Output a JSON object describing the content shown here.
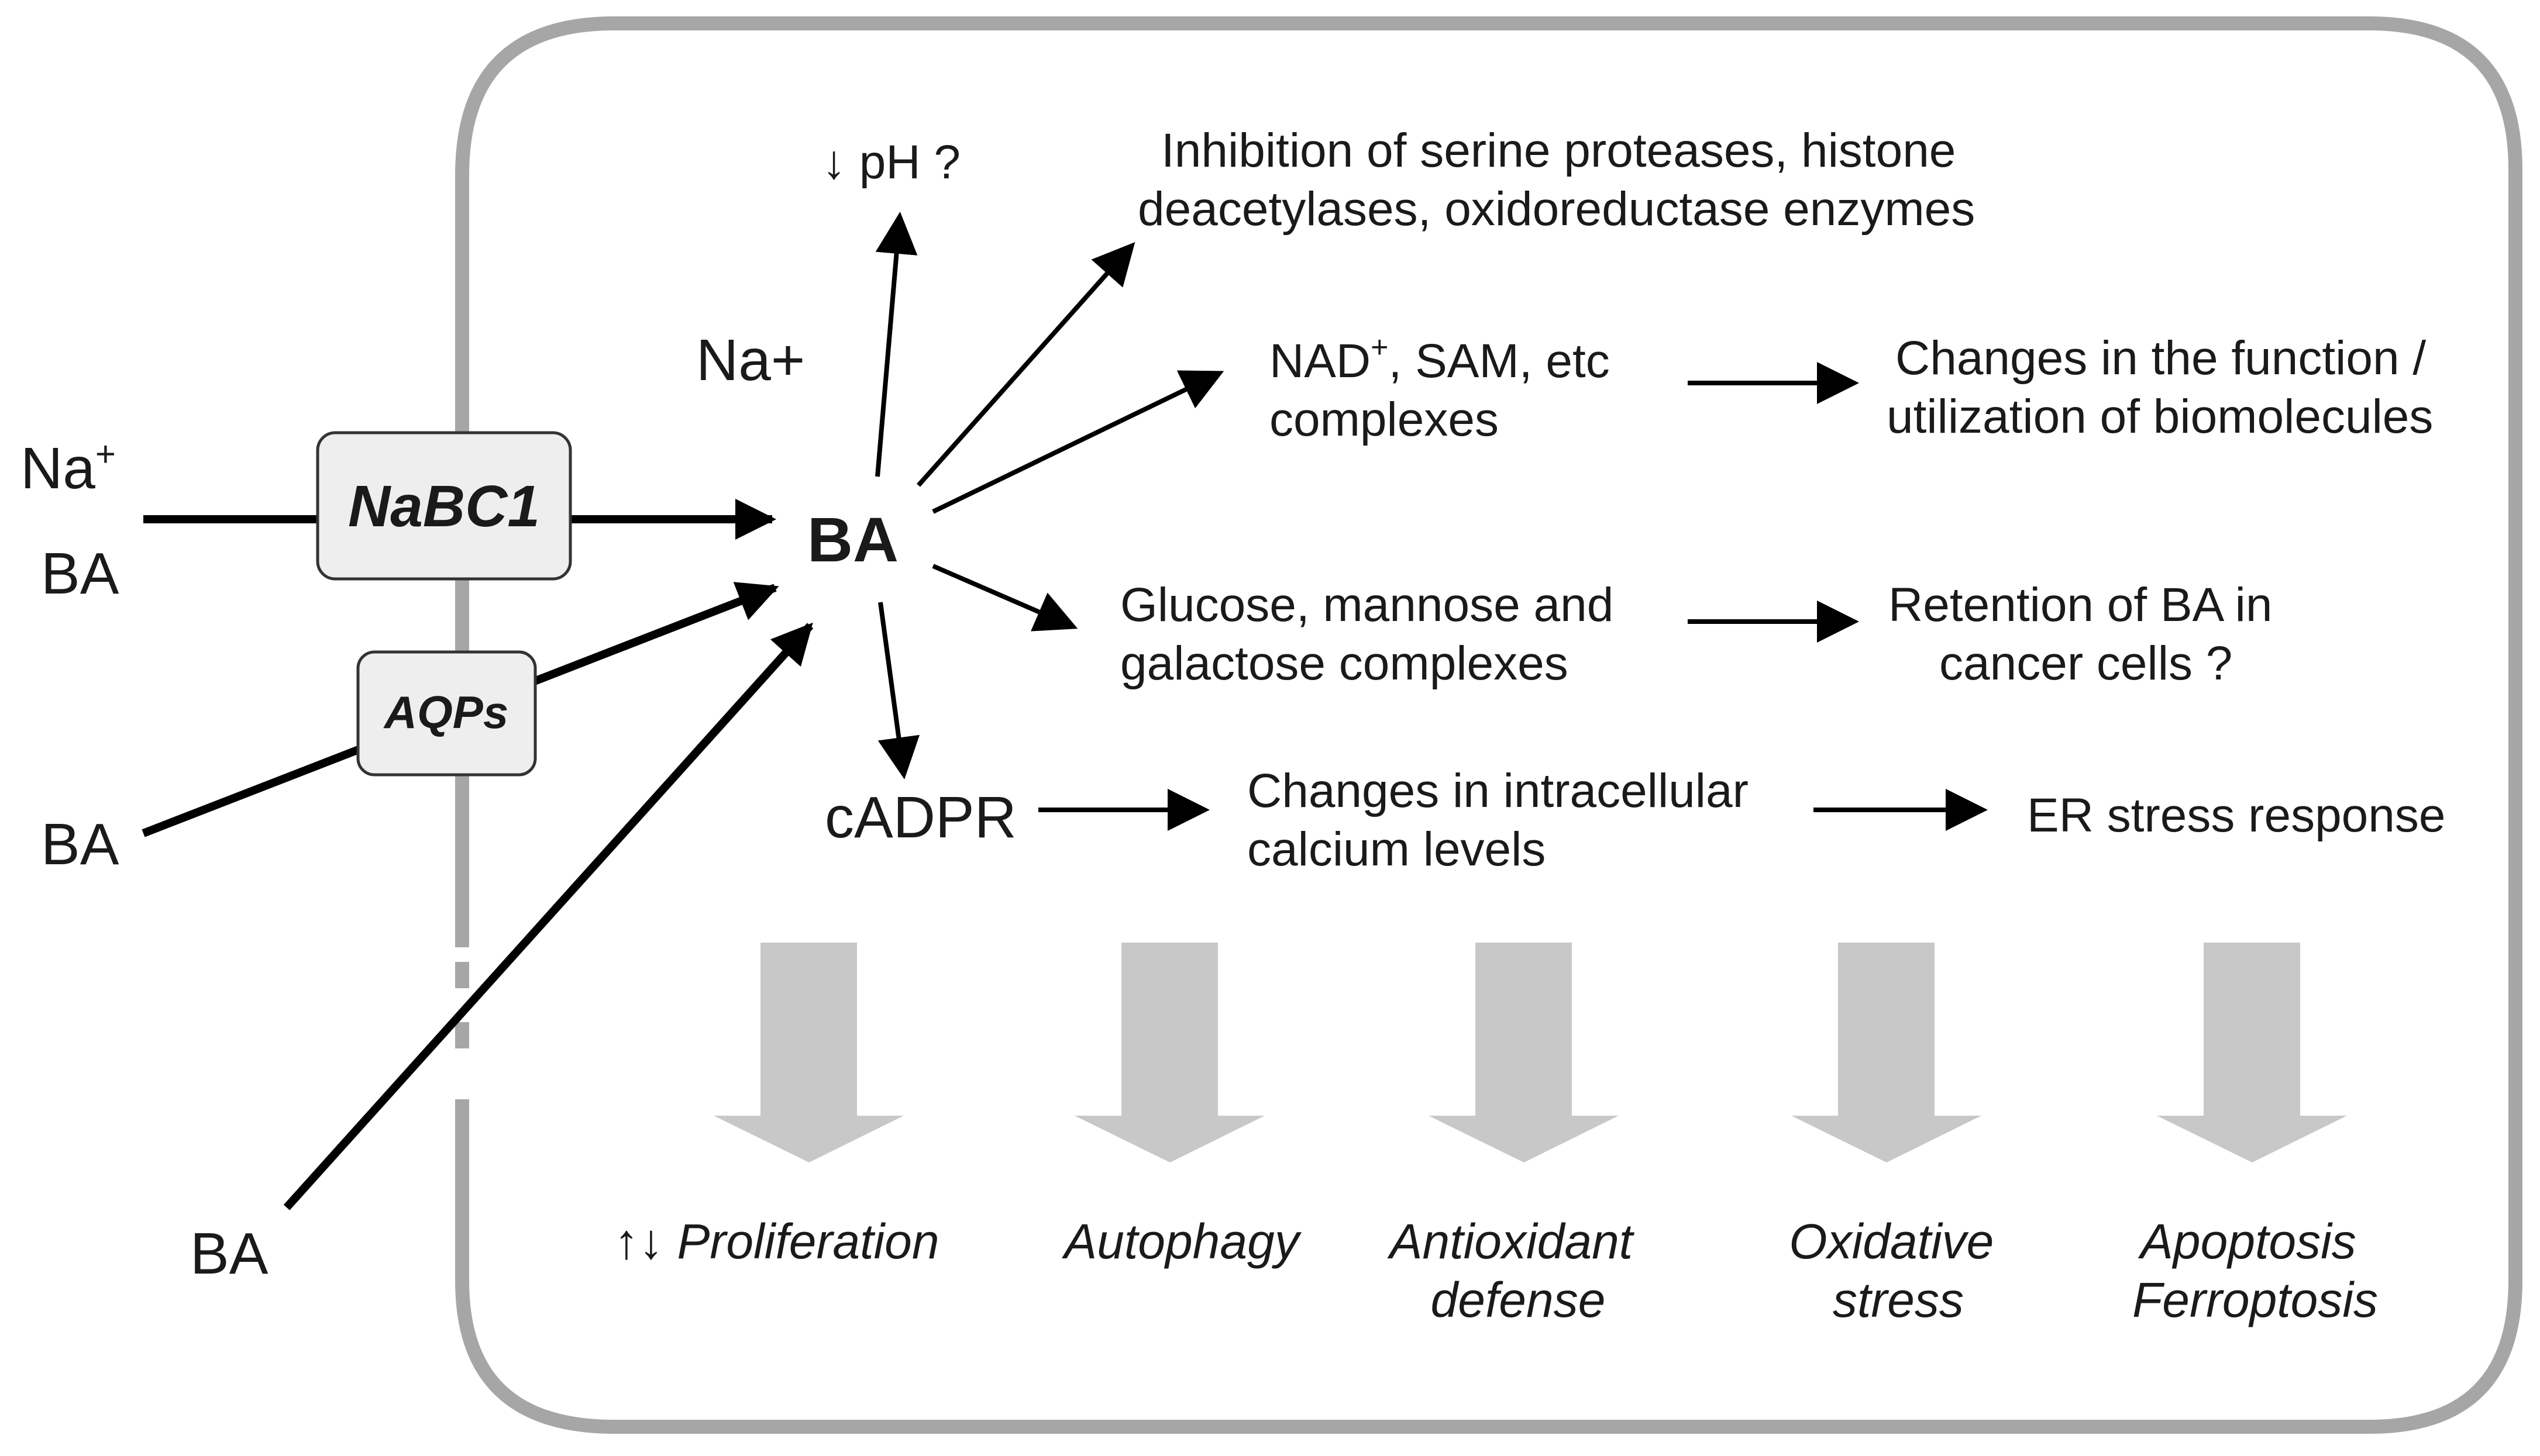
{
  "extracellular": {
    "na_plus": "Na",
    "na_plus_sup": "+",
    "ba_top": "BA",
    "ba_middle": "BA",
    "ba_bottom": "BA"
  },
  "transporters": {
    "nabc1": "NaBC1",
    "aqps": "AQPs"
  },
  "intracellular": {
    "na_plus": "Na+",
    "ba_center": "BA",
    "ph": "↓ pH ?",
    "inhibition_line1": "Inhibition of serine proteases, histone",
    "inhibition_line2": "deacetylases, oxidoreductase enzymes",
    "nad_prefix": "NAD",
    "nad_sup": "+",
    "nad_rest": ", SAM, etc",
    "nad_line2": "complexes",
    "changes_function_line1": "Changes in the function /",
    "changes_function_line2": "utilization of biomolecules",
    "glucose_line1": "Glucose, mannose and",
    "glucose_line2": "galactose complexes",
    "retention_line1": "Retention of BA in",
    "retention_line2": "cancer cells ?",
    "cadpr": "cADPR",
    "calcium_line1": "Changes in intracellular",
    "calcium_line2": "calcium levels",
    "er_stress": "ER stress response"
  },
  "outcomes": {
    "proliferation_prefix": "↑↓ ",
    "proliferation": "Proliferation",
    "autophagy": "Autophagy",
    "antioxidant_line1": "Antioxidant",
    "antioxidant_line2": "defense",
    "oxidative_line1": "Oxidative",
    "oxidative_line2": "stress",
    "apoptosis_line1": "Apoptosis",
    "apoptosis_line2": "Ferroptosis"
  },
  "colors": {
    "membrane": "#a6a6a6",
    "transporter_fill": "#eeeeee",
    "big_arrow": "#c8c8c8",
    "line": "#000000"
  }
}
